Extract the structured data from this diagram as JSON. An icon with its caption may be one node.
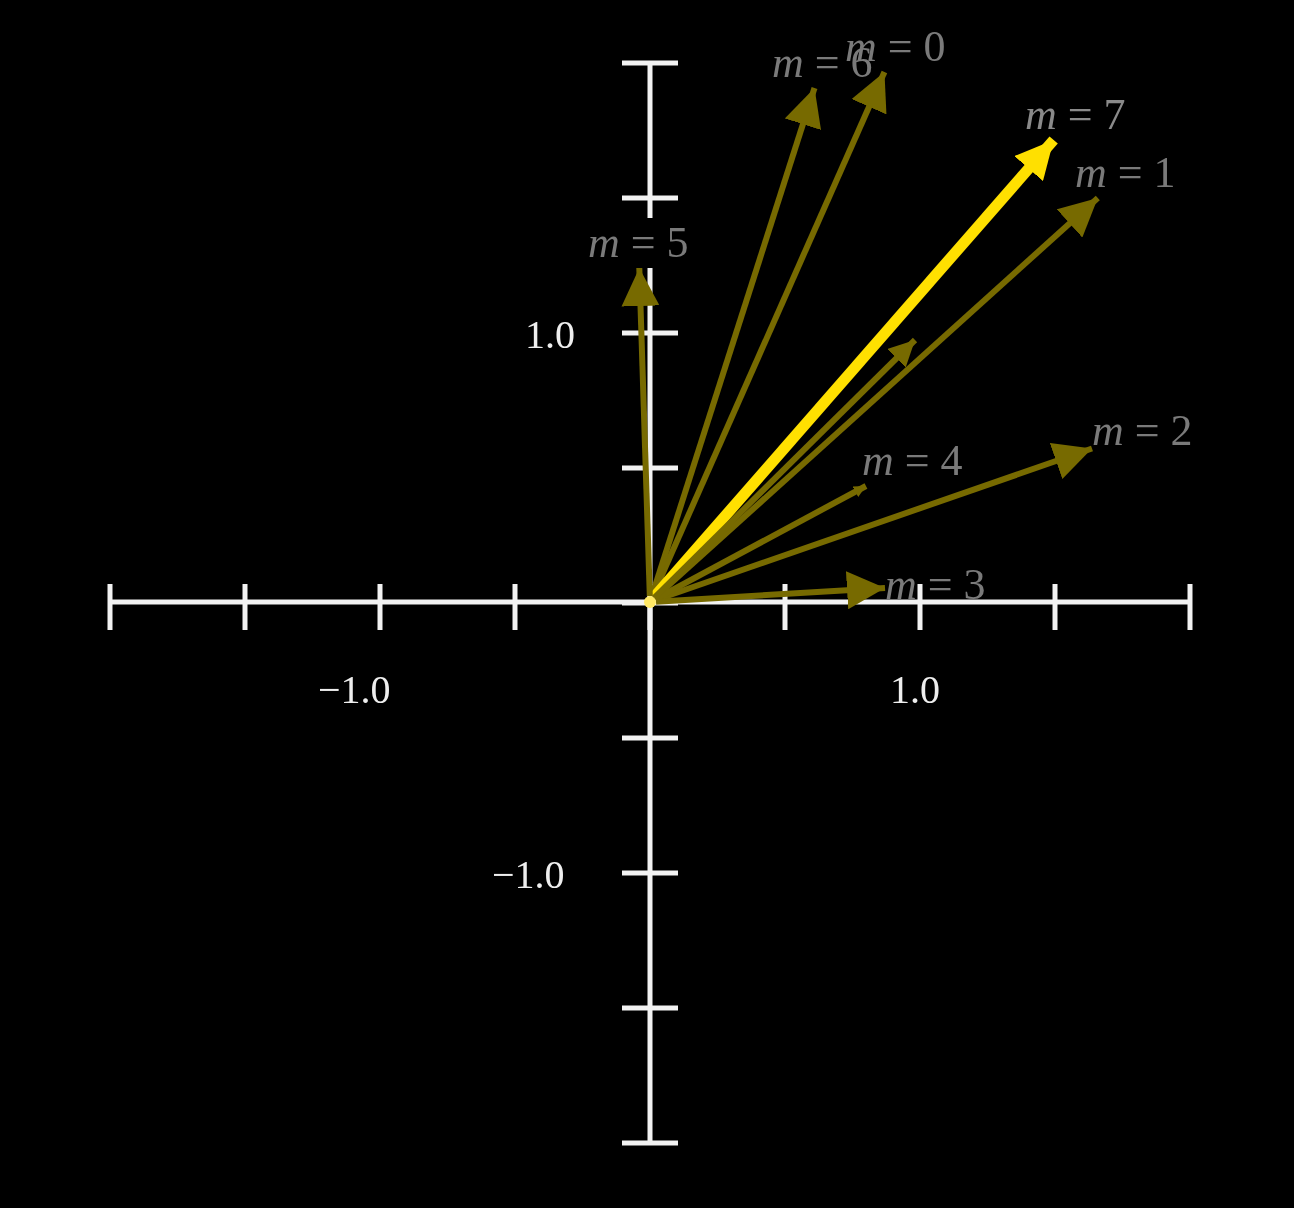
{
  "diagram": {
    "nodes": [
      {
        "text": [
          "*m* = 0"
        ]
      },
      {
        "text": [
          "*m* = 6"
        ]
      },
      {
        "text": [
          "*m* = 7"
        ]
      },
      {
        "text": [
          "*m* = 1"
        ]
      },
      {
        "text": [
          "*m* = 5"
        ]
      },
      {
        "text": [
          "*m* = 2"
        ]
      },
      {
        "text": [
          "*m* = 4"
        ]
      },
      {
        "text": [
          "*m* = 3"
        ]
      },
      {
        "text": [],
        "shape": "point"
      }
    ],
    "edges": [
      {
        "from": 8,
        "to": 0,
        "arrow": "to"
      },
      {
        "from": 8,
        "to": 1,
        "arrow": "to"
      },
      {
        "from": 8,
        "to": 2,
        "arrow": "to",
        "style": "thick",
        "color": "#ffe000"
      },
      {
        "from": 8,
        "to": 3,
        "arrow": "to"
      },
      {
        "from": 8,
        "to": 4,
        "arrow": "to"
      },
      {
        "from": 8,
        "to": 5,
        "arrow": "to"
      },
      {
        "from": 8,
        "to": 6,
        "arrow": "to"
      },
      {
        "from": 8,
        "to": 7,
        "arrow": "to"
      },
      {
        "from": 8,
        "to": null,
        "arrow": "to"
      }
    ],
    "labels": [
      "1.0",
      "−1.0",
      "1.0",
      "−1.0"
    ]
  }
}
